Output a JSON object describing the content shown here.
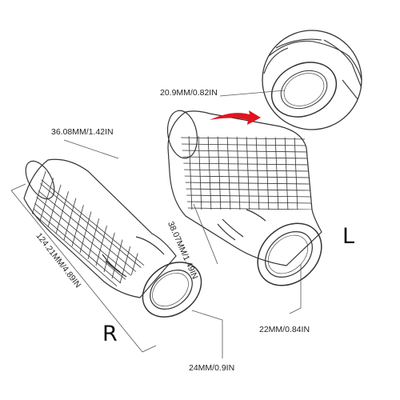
{
  "dimensions": {
    "inner_diameter": "20.9MM/0.82IN",
    "outer_diameter_right": "36.08MM/1.42IN",
    "outer_diameter_left": "38.07MM/1.49IN",
    "length": "124.21MM/4.89IN",
    "end_left": "22MM/0.84IN",
    "end_right": "24MM/0.9IN"
  },
  "labels": {
    "right": "R",
    "left": "L"
  },
  "colors": {
    "line": "#333333",
    "leader": "#555555",
    "arrow": "#e0141e"
  }
}
